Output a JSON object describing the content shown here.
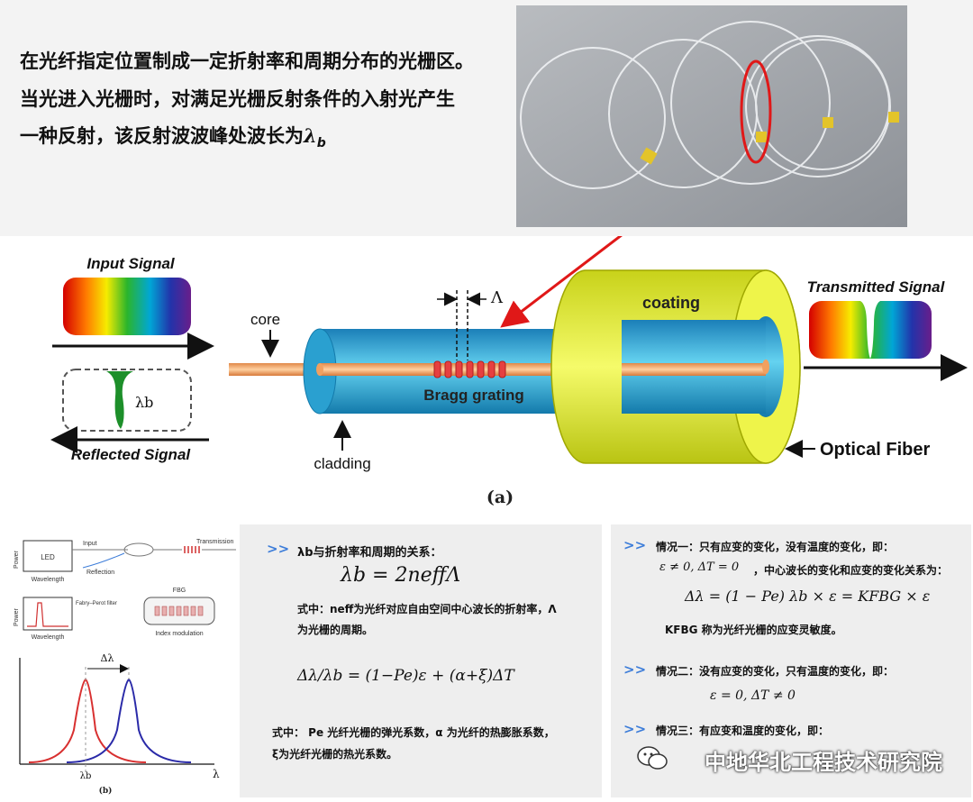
{
  "intro": {
    "line1": "在光纤指定位置制成一定折射率和周期分布的光栅区。",
    "line2": "当光进入光栅时，对满足光栅反射条件的入射光产生",
    "line3": "一种反射，该反射波波峰处波长为",
    "lambda_symbol": "λ",
    "lambda_sub": "b"
  },
  "diagram": {
    "input_signal": "Input Signal",
    "reflected_signal": "Reflected Signal",
    "transmitted_signal": "Transmitted Signal",
    "core": "core",
    "cladding": "cladding",
    "coating": "coating",
    "bragg_grating": "Bragg grating",
    "optical_fiber": "Optical Fiber",
    "period_symbol": "Λ",
    "lambda_b": "λb",
    "caption": "(a)"
  },
  "schematic": {
    "power": "Power",
    "led": "LED",
    "wavelength": "Wavelength",
    "input": "Input",
    "reflection": "Reflection",
    "transmission": "Transmission",
    "fabry_perot": "Fabry–Perot filter",
    "fbg": "FBG",
    "index_modulation": "Index modulation"
  },
  "spectrum": {
    "delta_lambda": "Δλ",
    "lambda_b": "λb",
    "x_axis": "λ",
    "caption": "(b)"
  },
  "panel_mid": {
    "heading": "λb与折射率和周期的关系：",
    "formula1": "λb = 2neffΛ",
    "desc1a": "式中：neff为光纤对应自由空间中心波长的折射率，Λ",
    "desc1b": "为光栅的周期。",
    "formula2": "Δλ/λb = (1−Pe)ε + (α+ξ)ΔT",
    "desc2a": "式中： Pe 光纤光栅的弹光系数，α 为光纤的热膨胀系数，",
    "desc2b": "ξ为光纤光栅的热光系数。"
  },
  "panel_right": {
    "case1": "情况一：只有应变的变化，没有温度的变化，即：",
    "case1_cond": "ε ≠ 0, ΔT = 0",
    "case1_text": "，中心波长的变化和应变的变化关系为：",
    "case1_formula": "Δλ = (1 − Pe) λb × ε = KFBG × ε",
    "kfbg_text": "KFBG 称为光纤光栅的应变灵敏度。",
    "case2": "情况二：没有应变的变化，只有温度的变化，即：",
    "case2_cond": "ε = 0, ΔT ≠ 0",
    "case3": "情况三：有应变和温度的变化，即："
  },
  "watermark": "中地华北工程技术研究院",
  "colors": {
    "accent_arrow": "#3d7dd9",
    "red_pointer": "#e01818",
    "coating": "#e9f23a",
    "cladding": "#3fb8e0",
    "core": "#f0a060"
  }
}
